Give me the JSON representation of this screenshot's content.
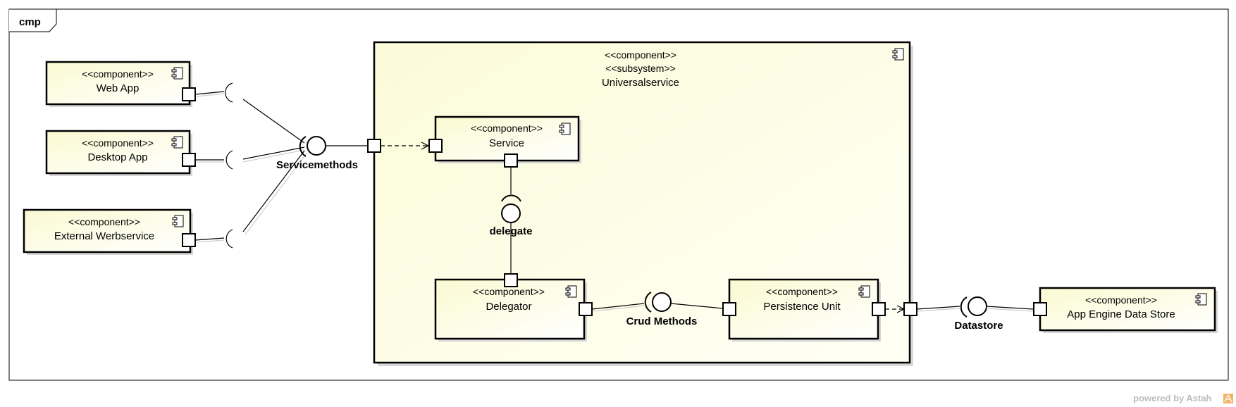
{
  "frame": {
    "label": "cmp"
  },
  "components": {
    "web_app": {
      "stereotype": "<<component>>",
      "name": "Web App"
    },
    "desktop_app": {
      "stereotype": "<<component>>",
      "name": "Desktop App"
    },
    "external_ws": {
      "stereotype": "<<component>>",
      "name": "External Werbservice"
    },
    "service": {
      "stereotype": "<<component>>",
      "name": "Service"
    },
    "delegator": {
      "stereotype": "<<component>>",
      "name": "Delegator"
    },
    "persistence": {
      "stereotype": "<<component>>",
      "name": "Persistence Unit"
    },
    "datastore": {
      "stereotype": "<<component>>",
      "name": "App Engine Data Store"
    }
  },
  "subsystem": {
    "stereotype1": "<<component>>",
    "stereotype2": "<<subsystem>>",
    "name": "Universalservice"
  },
  "interfaces": {
    "servicemethods": "Servicemethods",
    "delegate": "delegate",
    "crud": "Crud Methods",
    "datastore": "Datastore"
  },
  "footer": {
    "text": "powered by Astah"
  },
  "colors": {
    "component_fill": "#fdfde0",
    "subsystem_fill": "#fdfdde",
    "stroke": "#000000",
    "shadow": "#cfcfcf",
    "footer_icon": "#f2b36a"
  }
}
